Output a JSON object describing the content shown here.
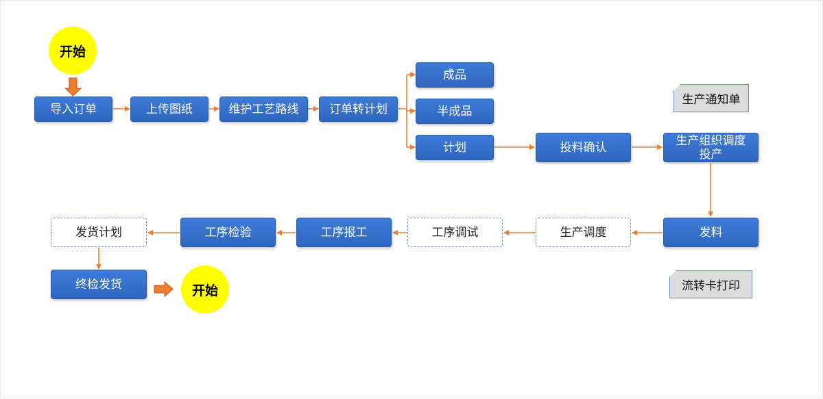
{
  "start_top": "开始",
  "start_bottom": "开始",
  "nodes": {
    "import_order": "导入订单",
    "upload_drawing": "上传图纸",
    "maintain_route": "维护工艺路线",
    "order_to_plan": "订单转计划",
    "finished": "成品",
    "semi_finished": "半成品",
    "plan": "计划",
    "material_confirm": "投料确认",
    "production_org_line1": "生产组织调度",
    "production_org_line2": "投产",
    "dispatch_material": "发料",
    "production_schedule": "生产调度",
    "process_debug": "工序调试",
    "process_report": "工序报工",
    "process_inspect": "工序检验",
    "ship_plan": "发货计划",
    "final_ship": "终检发货"
  },
  "docs": {
    "production_notice": "生产通知单",
    "flow_card_print": "流转卡打印"
  },
  "colors": {
    "box": "#3d7bd9",
    "connector": "#ed7d31",
    "terminal": "#ffff00",
    "doc": "#dcdcdc"
  }
}
